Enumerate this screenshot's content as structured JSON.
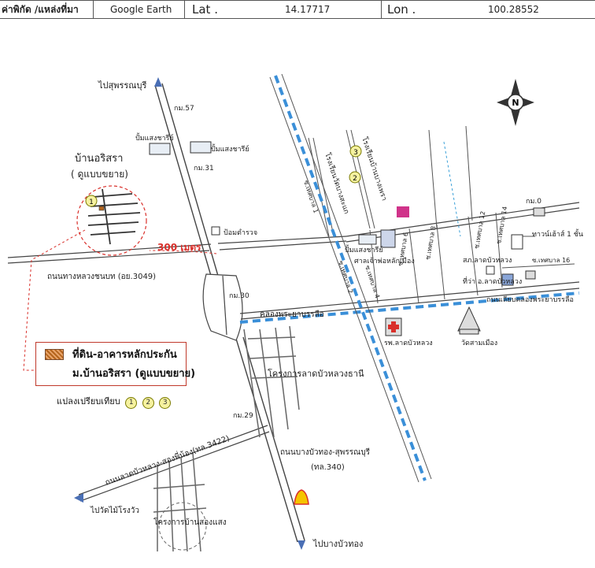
{
  "header": {
    "coord_label": "ค่าพิกัด /แหล่งที่มา",
    "source": "Google Earth",
    "lat_label": "Lat .",
    "lat_value": "14.17717",
    "lon_label": "Lon .",
    "lon_value": "100.28552"
  },
  "compass": {
    "letter": "N",
    "icon": "north-arrow-icon"
  },
  "labels": {
    "to_suphan_north": "ไปสุพรรณบุรี",
    "km57": "กม.57",
    "km31": "กม.31",
    "km30": "กม.30",
    "km29": "กม.29",
    "km0": "กม.0",
    "gas1": "ปั้มแสงชารีย์",
    "gas2": "ปั้มแสงชารีย์",
    "gas3": "ปั้มแสงชารีย์",
    "village_title": "บ้านอริสรา",
    "village_sub": "( ดูแบบขยาย)",
    "distance": "300 เมตร",
    "police": "ป้อมตำรวจ",
    "rural_road": "ถนนทางหลวงชนบท (อย.3049)",
    "school_left": "โรงเรียนวัดบางสะแก",
    "school_right": "โรงเรียนบ้านบางเพรา",
    "soi1": "ซ.เทศบาล 1",
    "soi2": "ซ.เทศบาล 2",
    "soi4": "ซ.เทศบาล 4",
    "soi6": "ซ.เทศบาล 6",
    "soi8": "ซ.เทศบาล 8",
    "soi12": "ซ.เทศบาล 12",
    "soi14": "ซ.เทศบาล 14",
    "soi16": "ซ.เทศบาล 16",
    "shrine": "ศาลเจ้าพ่อหลักเมือง",
    "district_office": "สภ.ลาดบัวหลวง",
    "post_office": "ที่ว่า อ.ลาดบัวหลวง",
    "townhouse": "ทาวน์เฮ้าส์ 1 ชั้น",
    "canal": "คลองพระยาบรรลือ",
    "canal_road": "ถนนเลียบคลองพระยาบรรลือ",
    "hospital": "รพ.ลาดบัวหลวง",
    "temple": "วัดสามเมือง",
    "project1": "โครงการลาดบัวหลวงธานี",
    "road_3422": "ถนนลาดบัวหลวง-สองพี่น้อง(ทล.3422)",
    "road_340": "ถนนบางบัวทอง-สุพรรณบุรี",
    "road_340_code": "(ทล.340)",
    "to_wat": "ไปวัดไม้โรงวัว",
    "project2": "โครงการบ้านสองแสง",
    "to_bangbuathong": "ไปบางบัวทอง"
  },
  "markers": {
    "one": "1",
    "two": "2",
    "three": "3"
  },
  "legend": {
    "title": "ที่ดิน-อาคารหลักประกัน",
    "subtitle": "ม.บ้านอริสรา (ดูแบบขยาย)",
    "swatch_color": "#b5651d"
  },
  "compare": {
    "label": "แปลงเปรียบเทียบ",
    "b1": "1",
    "b2": "2",
    "b3": "3"
  },
  "colors": {
    "road": "#444444",
    "canal": "#3a8fd8",
    "highlight": "#d9302b",
    "marker_fill": "#f6f2a0"
  }
}
